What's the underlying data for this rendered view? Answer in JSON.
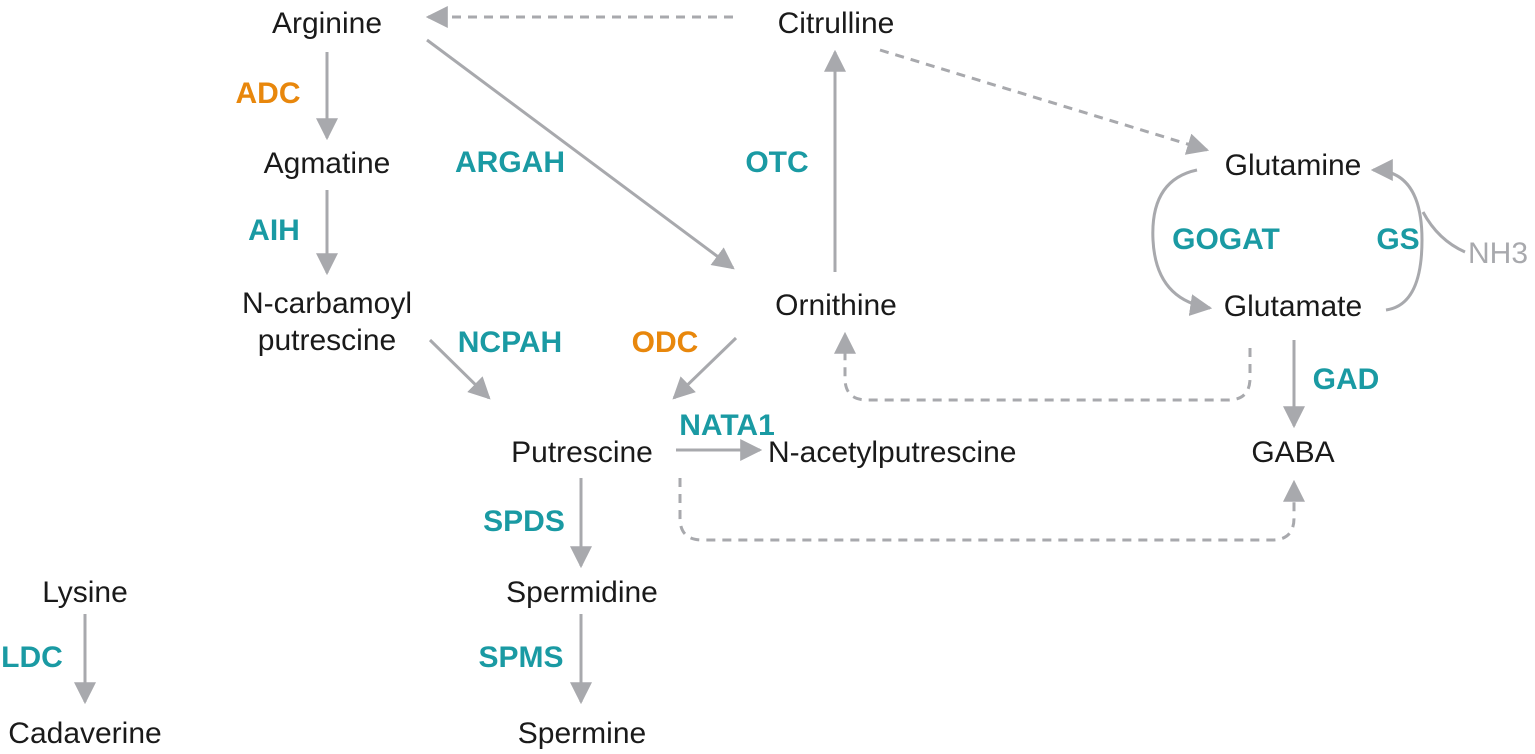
{
  "metabolites": {
    "arginine": "Arginine",
    "citrulline": "Citrulline",
    "agmatine": "Agmatine",
    "n_carbamoyl_line1": "N-carbamoyl",
    "n_carbamoyl_line2": "putrescine",
    "ornithine": "Ornithine",
    "glutamine": "Glutamine",
    "glutamate": "Glutamate",
    "nh3": "NH3",
    "putrescine": "Putrescine",
    "n_acetylputrescine": "N-acetylputrescine",
    "gaba": "GABA",
    "spermidine": "Spermidine",
    "spermine": "Spermine",
    "lysine": "Lysine",
    "cadaverine": "Cadaverine"
  },
  "enzymes": {
    "adc": "ADC",
    "argah": "ARGAH",
    "otc": "OTC",
    "aih": "AIH",
    "gogat": "GOGAT",
    "gs": "GS",
    "ncpah": "NCPAH",
    "odc": "ODC",
    "gad": "GAD",
    "nata1": "NATA1",
    "spds": "SPDS",
    "spms": "SPMS",
    "ldc": "LDC"
  },
  "colors": {
    "teal_enzyme": "#1a9aa3",
    "orange_enzyme": "#e8870c",
    "arrow_gray": "#a8a9ad",
    "text_black": "#1a1a1a"
  }
}
